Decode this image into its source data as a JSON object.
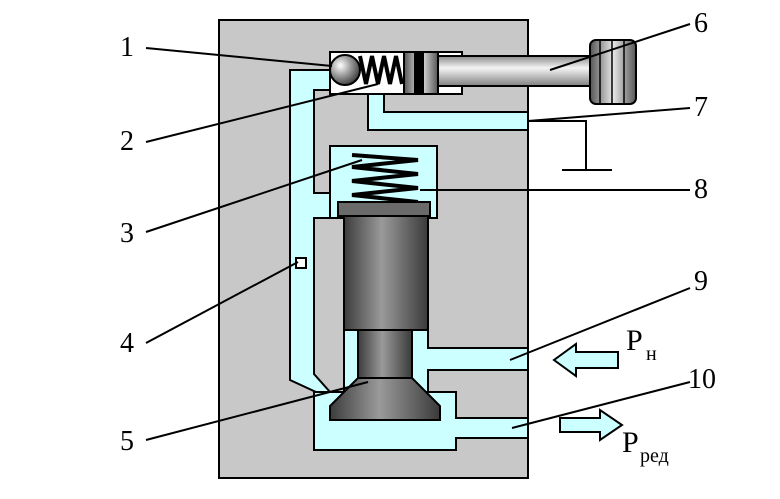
{
  "callouts": {
    "c1": "1",
    "c2": "2",
    "c3": "3",
    "c4": "4",
    "c5": "5",
    "c6": "6",
    "c7": "7",
    "c8": "8",
    "c9": "9",
    "c10": "10"
  },
  "ports": {
    "inlet": {
      "symbol": "P",
      "subscript": "н"
    },
    "outlet": {
      "symbol": "P",
      "subscript": "ред"
    }
  },
  "colors": {
    "body": "#c8c8c8",
    "fluid": "#ccffff",
    "metal_dark": "#6a6a6a",
    "outline": "#000000"
  }
}
